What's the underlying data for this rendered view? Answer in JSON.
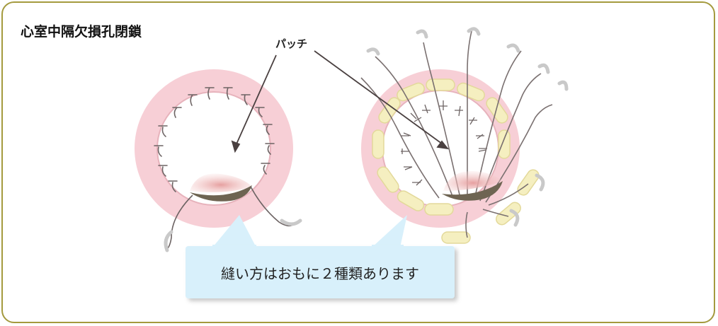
{
  "title": "心室中隔欠損孔閉鎖",
  "patch_label": "パッチ",
  "caption": "縫い方はおもに２種類あります",
  "colors": {
    "frame": "#a49a3e",
    "ring": "#f7cfd6",
    "patch_fill": "#6e6452",
    "patch_highlight": "#f0a8a8",
    "suture": "#7a7070",
    "pledget": "#f5efc0",
    "bubble": "#d8f0fb"
  }
}
